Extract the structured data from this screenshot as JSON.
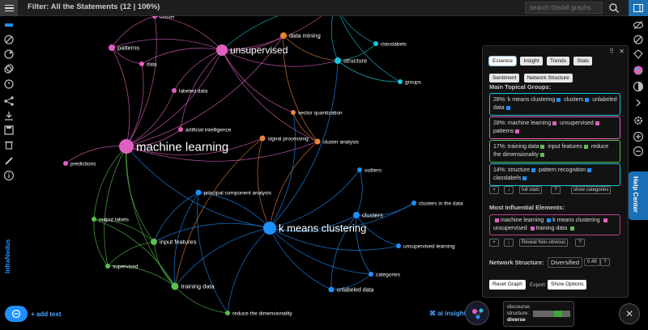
{
  "header": {
    "filter_label": "Filter: All the Statements (12 | 100%)",
    "filter_caret": "▾",
    "search_placeholder": "search this/all graphs"
  },
  "brand": "InfraNodus",
  "help_label": "Help Center",
  "colors": {
    "pink": "#e060c0",
    "orange": "#e8843a",
    "cyan": "#19c8e0",
    "blue": "#1e90ff",
    "green": "#5cc14e",
    "accent": "#1a6fb5"
  },
  "graph": {
    "nodes": [
      {
        "label": "machine learning",
        "color": "pink"
      },
      {
        "label": "unsupervised",
        "color": "pink"
      },
      {
        "label": "k means clustering",
        "color": "blue"
      },
      {
        "label": "cluster",
        "color": "pink"
      },
      {
        "label": "patterns",
        "color": "pink"
      },
      {
        "label": "data",
        "color": "pink"
      },
      {
        "label": "labeled data",
        "color": "pink"
      },
      {
        "label": "artificial intelligence",
        "color": "pink"
      },
      {
        "label": "predictions",
        "color": "pink"
      },
      {
        "label": "data mining",
        "color": "orange"
      },
      {
        "label": "vector quantization",
        "color": "orange"
      },
      {
        "label": "signal processing",
        "color": "orange"
      },
      {
        "label": "cluster analysis",
        "color": "orange"
      },
      {
        "label": "pattern recognition",
        "color": "cyan"
      },
      {
        "label": "classlabels",
        "color": "cyan"
      },
      {
        "label": "structure",
        "color": "cyan"
      },
      {
        "label": "groups",
        "color": "cyan"
      },
      {
        "label": "principal component analysis",
        "color": "blue"
      },
      {
        "label": "outliers",
        "color": "blue"
      },
      {
        "label": "clusters in the data",
        "color": "blue"
      },
      {
        "label": "clusters",
        "color": "blue"
      },
      {
        "label": "unsupervised learning",
        "color": "blue"
      },
      {
        "label": "categories",
        "color": "blue"
      },
      {
        "label": "unlabeled data",
        "color": "blue"
      },
      {
        "label": "output labels",
        "color": "green"
      },
      {
        "label": "input features",
        "color": "green"
      },
      {
        "label": "supervised",
        "color": "green"
      },
      {
        "label": "training data",
        "color": "green"
      },
      {
        "label": "reduce the dimensionality",
        "color": "green"
      }
    ]
  },
  "panel": {
    "tabs": [
      "Essence",
      "Insight",
      "Trends",
      "Stats",
      "Sentiment",
      "Network Structure"
    ],
    "active_tab": "Essence",
    "controls": {
      "drag": "⠿",
      "close": "✕"
    },
    "topical_title": "Main Topical Groups:",
    "groups": [
      {
        "pct": "28%:",
        "terms": [
          "k means clustering",
          "clusters",
          "unlabeled data"
        ],
        "color": "cyan"
      },
      {
        "pct": "28%:",
        "terms": [
          "machine learning",
          "unsupervised",
          "patterns"
        ],
        "color": "pink"
      },
      {
        "pct": "17%:",
        "terms": [
          "training data",
          "input features",
          "reduce the dimensionality"
        ],
        "color": "green"
      },
      {
        "pct": "14%:",
        "terms": [
          "structure",
          "pattern recognition",
          "classlabels"
        ],
        "color": "cyan"
      }
    ],
    "group_buttons": {
      "plus": "+",
      "download": "↓",
      "full_stats": "full stats",
      "help": "?",
      "show_categories": "show categories"
    },
    "influential_title": "Most Influential Elements:",
    "influential": [
      "machine learning",
      "k means clustering",
      "unsupervised",
      "training data"
    ],
    "influential_buttons": {
      "plus": "+",
      "download": "↓",
      "reveal": "Reveal Non-obvious",
      "help": "?"
    },
    "network_structure_label": "Network Structure:",
    "network_structure_value": "Diversified",
    "network_structure_score": "0.49",
    "network_help": "?",
    "reset_graph": "Reset Graph",
    "export_label": "Export:",
    "show_options": "Show Options"
  },
  "bottom": {
    "add_text": "+ add text",
    "ai_insight": "⌘ ai insight",
    "discourse_line1": "discourse",
    "discourse_line2": "structure:",
    "discourse_value": "diverse",
    "close": "✕"
  }
}
